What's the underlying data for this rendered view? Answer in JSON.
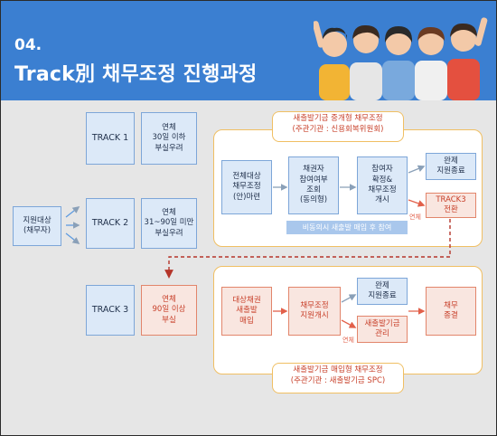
{
  "header": {
    "number": "04.",
    "title": "Track別 채무조정 진행과정"
  },
  "debtor": "지원대상\n(채무자)",
  "tracks": [
    {
      "label": "TRACK 1",
      "desc": "연체\n30일 이하\n부실우려"
    },
    {
      "label": "TRACK 2",
      "desc": "연체\n31~90일 미만\n부실우려"
    },
    {
      "label": "TRACK 3",
      "desc": "연체\n90일 이상\n부실"
    }
  ],
  "top_panel": {
    "tag": "새출발기금 중개형 채무조정\n(주관기관 : 신용회복위원회)",
    "steps": [
      "전체대상\n채무조정\n(안)마련",
      "채권자\n참여여부\n조회\n(동의형)",
      "참여자\n확정&\n채무조정\n개시"
    ],
    "complete": "완제\n지원종료",
    "delinquent_note": "연체",
    "transfer": "TRACK3\n전환",
    "strip": "비동의시 새출발 매입 후 참여"
  },
  "bottom_panel": {
    "tag": "새출발기금 매입형 채무조정\n(주관기관 : 새출발기금 SPC)",
    "steps": [
      "대상채권\n새출발\n매입",
      "채무조정\n지원개시"
    ],
    "complete": "완제\n지원종료",
    "delinquent_note": "연체",
    "manage": "새출발기금\n관리",
    "end": "채무\n종결"
  },
  "colors": {
    "header_bg": "#3b7fd1",
    "page_bg": "#e6e6e6",
    "box_blue": "#dce9f8",
    "box_red": "#f9e6e0",
    "panel_border": "#f0bf63",
    "accent_red": "#c8402a"
  }
}
